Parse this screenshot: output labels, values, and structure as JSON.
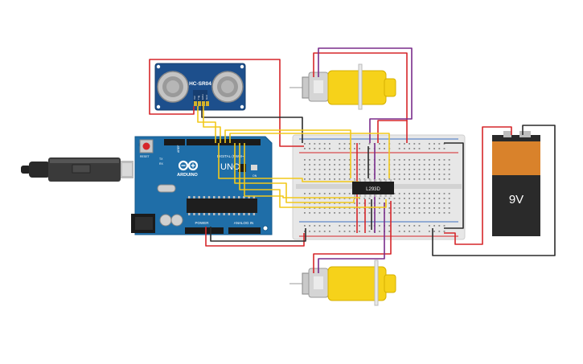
{
  "components": {
    "ultrasonic_sensor": {
      "label": "HC-SR04",
      "pins": [
        "Vcc",
        "Trig",
        "Echo",
        "Gnd"
      ]
    },
    "arduino": {
      "brand": "ARDUINO",
      "model": "UNO",
      "digital_label": "DIGITAL (PWM~)",
      "power_label": "POWER",
      "analog_label": "ANALOG IN",
      "reset_label": "RESET",
      "aref_label": "AREF",
      "tx_label": "TX",
      "rx_label": "RX",
      "on_label": "ON"
    },
    "motor_driver": {
      "label": "L293D"
    },
    "battery": {
      "label": "9V"
    },
    "motors": [
      "motor-top",
      "motor-bottom"
    ]
  },
  "colors": {
    "wire_red": "#d6262a",
    "wire_black": "#2b2b2b",
    "wire_yellow": "#f2c81a",
    "wire_purple": "#7a2d8c",
    "arduino_board": "#1f6ea8",
    "sensor_board": "#1d4f8c",
    "motor_yellow": "#f6d21a",
    "battery_orange": "#d9822b",
    "battery_black": "#2a2a2a"
  }
}
